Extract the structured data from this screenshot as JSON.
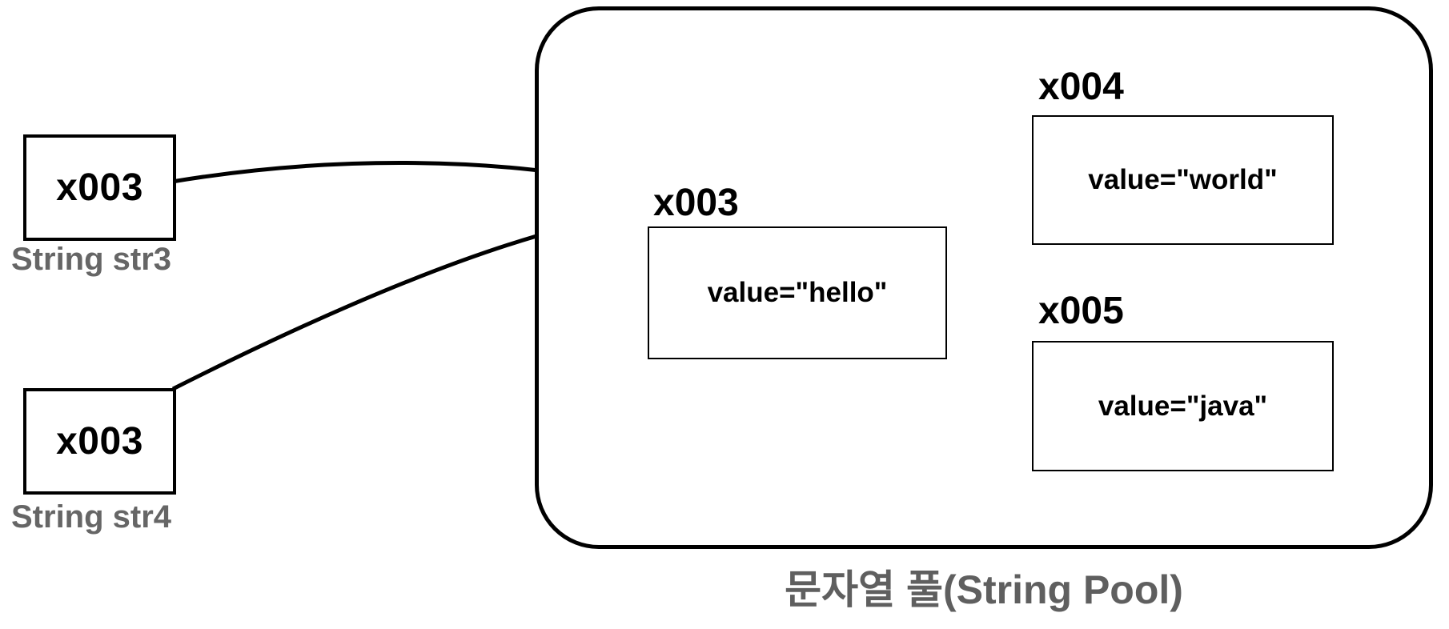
{
  "refs": [
    {
      "id": "x003",
      "caption": "String str3"
    },
    {
      "id": "x003",
      "caption": "String str4"
    }
  ],
  "pool": {
    "caption": "문자열 풀(String Pool)",
    "entries": [
      {
        "address": "x003",
        "value": "value=\"hello\""
      },
      {
        "address": "x004",
        "value": "value=\"world\""
      },
      {
        "address": "x005",
        "value": "value=\"java\""
      }
    ]
  },
  "colors": {
    "stroke": "#000000",
    "caption_gray": "#5f5f5f",
    "ref_caption_gray": "#666666"
  }
}
